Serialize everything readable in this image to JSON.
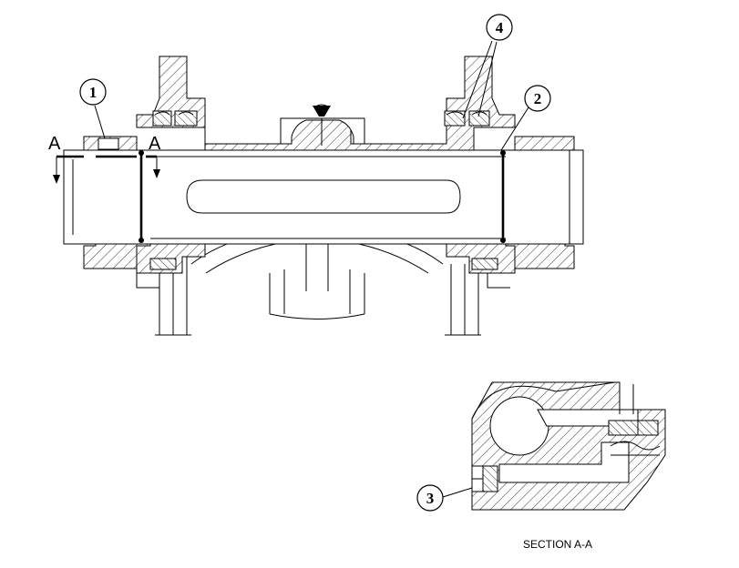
{
  "callouts": [
    {
      "id": "1",
      "label": "1"
    },
    {
      "id": "2",
      "label": "2"
    },
    {
      "id": "3",
      "label": "3"
    },
    {
      "id": "4",
      "label": "4"
    }
  ],
  "section_marks": {
    "left": "A",
    "right": "A"
  },
  "section_caption": "SECTION A-A"
}
